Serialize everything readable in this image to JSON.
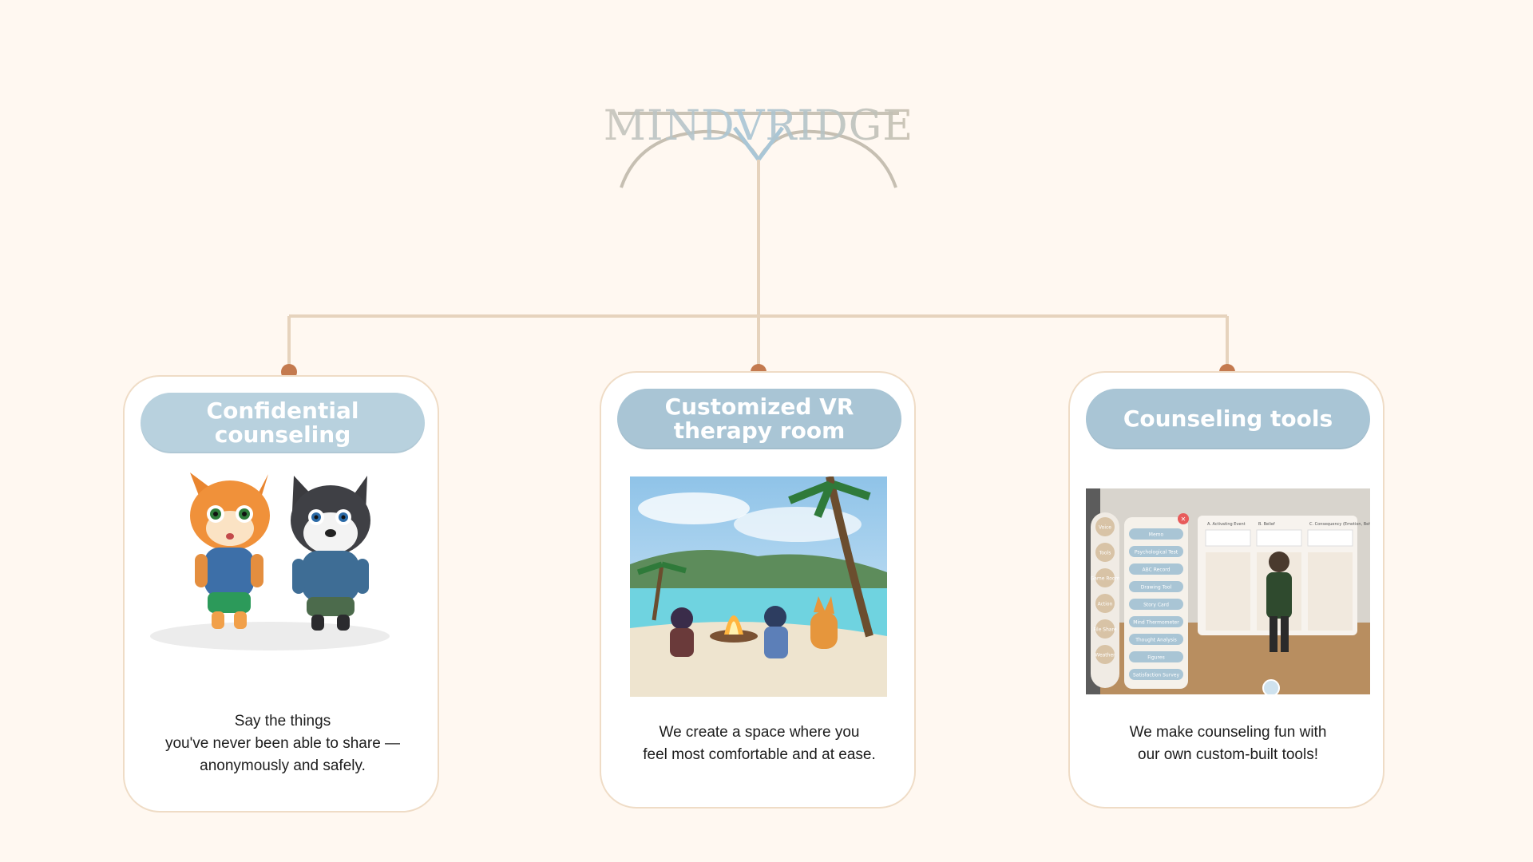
{
  "brand": {
    "logo_text": "MINDVRIDGE"
  },
  "cards": [
    {
      "title": "Confidential\ncounseling",
      "description": "Say the things\nyou've never been able to share —\nanonymously and safely."
    },
    {
      "title": "Customized VR\ntherapy room",
      "description": "We create a space where you\nfeel most comfortable and at ease."
    },
    {
      "title": "Counseling tools",
      "description": "We make counseling fun with\nour own custom-built tools!"
    }
  ],
  "tools_ui": {
    "side_buttons": [
      "Voice",
      "Tools",
      "Game Room",
      "Action",
      "File Share",
      "Weather"
    ],
    "menu_items": [
      "Memo",
      "Psychological Test",
      "ABC Record",
      "Drawing Tool",
      "Story Card",
      "Mind Thermometer",
      "Thought Analysis",
      "Figures",
      "Satisfaction Survey"
    ],
    "board_headers": [
      "A. Activating Event",
      "B. Belief",
      "C. Consequency (Emotion, Behavior)"
    ]
  },
  "colors": {
    "background": "#fff8f1",
    "line": "#e6d3bd",
    "dot": "#c47a4f",
    "pill": "#a9c5d5",
    "card_border": "#efdcc6"
  }
}
